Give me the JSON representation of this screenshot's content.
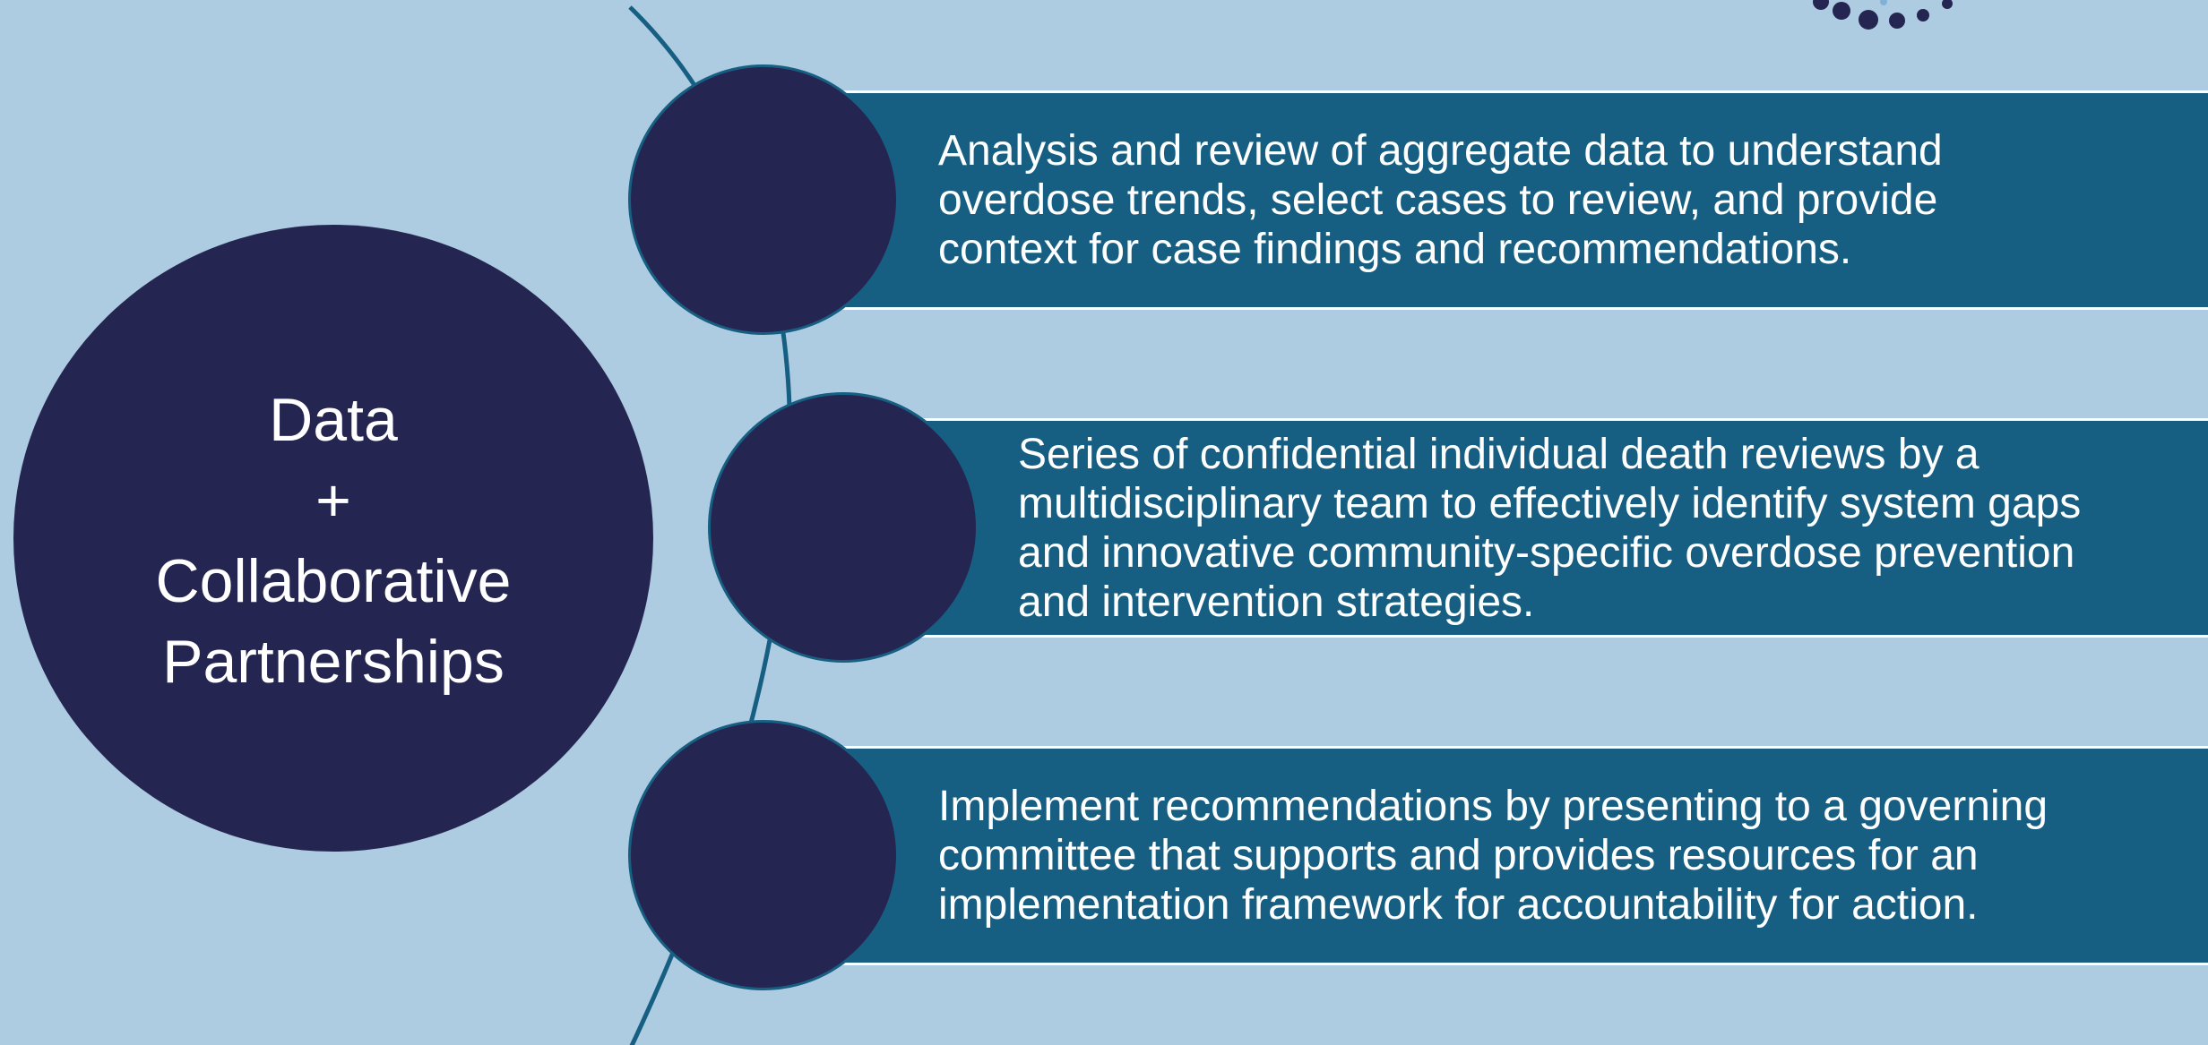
{
  "hub": {
    "label": "Data\n+\nCollaborative\nPartnerships"
  },
  "steps": [
    {
      "text": "Analysis and review of aggregate data to understand\noverdose trends, select cases to review, and provide\ncontext for case findings and recommendations."
    },
    {
      "text": "Series of confidential individual death reviews by a\nmultidisciplinary team to effectively identify system gaps\nand innovative community-specific overdose prevention\nand intervention strategies."
    },
    {
      "text": "Implement recommendations by presenting to a governing\ncommittee that supports and provides resources for an\nimplementation framework for accountability for action."
    }
  ],
  "colors": {
    "background": "#aecce1",
    "band": "#175f82",
    "circle": "#242651",
    "text": "#ffffff"
  }
}
